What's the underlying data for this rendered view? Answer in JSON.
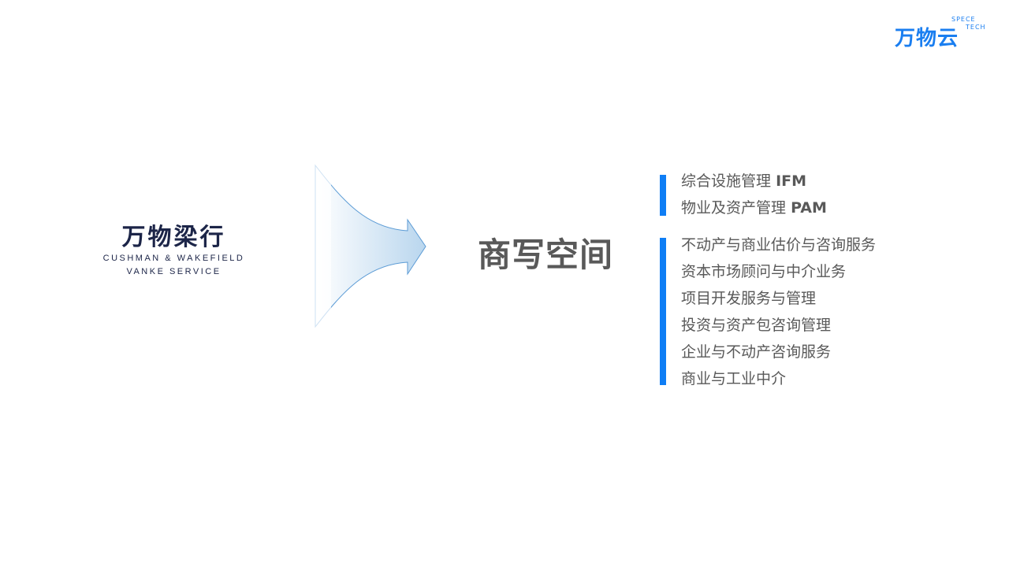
{
  "brand": {
    "name_cn": "万物云",
    "tag_line1": "SPECE",
    "tag_line2": "TECH"
  },
  "partner": {
    "name_cn": "万物梁行",
    "name_en_1": "CUSHMAN & WAKEFIELD",
    "name_en_2": "VANKE SERVICE"
  },
  "main": {
    "title": "商写空间"
  },
  "group1": [
    {
      "label": "综合设施管理",
      "abbr": "IFM"
    },
    {
      "label": "物业及资产管理",
      "abbr": "PAM"
    }
  ],
  "group2": [
    "不动产与商业估价与咨询服务",
    "资本市场顾问与中介业务",
    "项目开发服务与管理",
    "投资与资产包咨询管理",
    "企业与不动产咨询服务",
    "商业与工业中介"
  ],
  "colors": {
    "accent": "#0f7ef5",
    "text": "#595959",
    "navy": "#1c2548"
  }
}
